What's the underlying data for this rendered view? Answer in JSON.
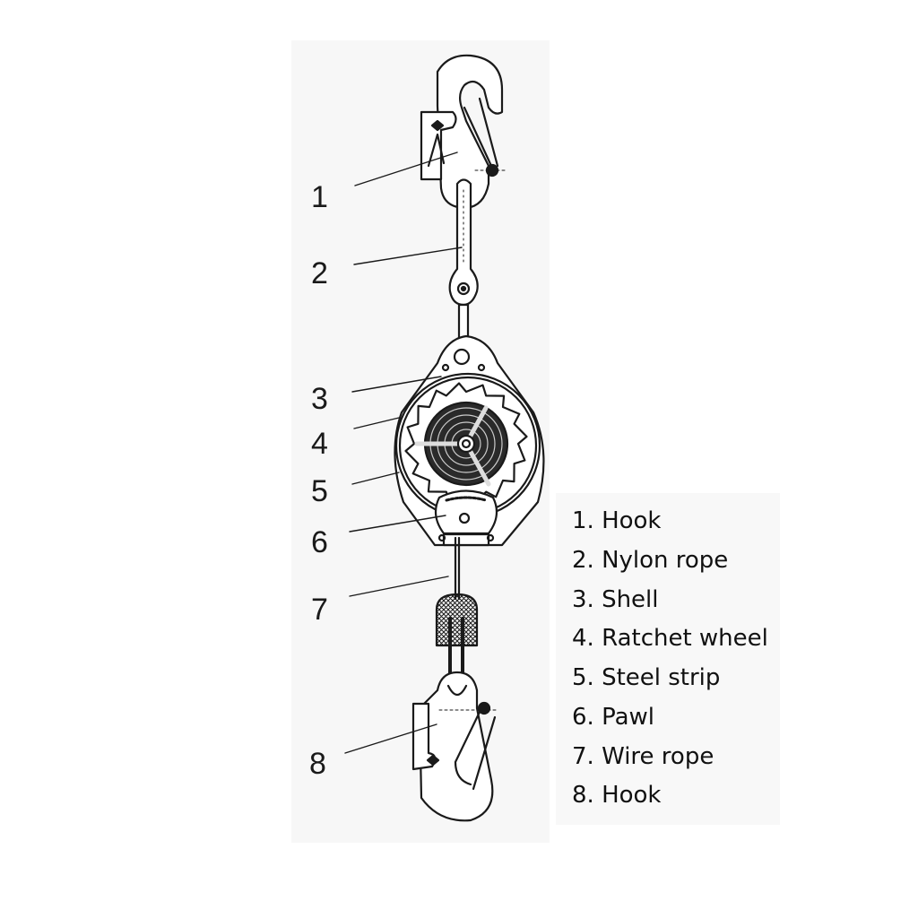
{
  "callouts": [
    "1",
    "2",
    "3",
    "4",
    "5",
    "6",
    "7",
    "8"
  ],
  "legend": [
    "1. Hook",
    "2. Nylon rope",
    "3. Shell",
    "4. Ratchet wheel",
    "5. Steel strip",
    "6. Pawl",
    "7. Wire rope",
    "8. Hook"
  ]
}
